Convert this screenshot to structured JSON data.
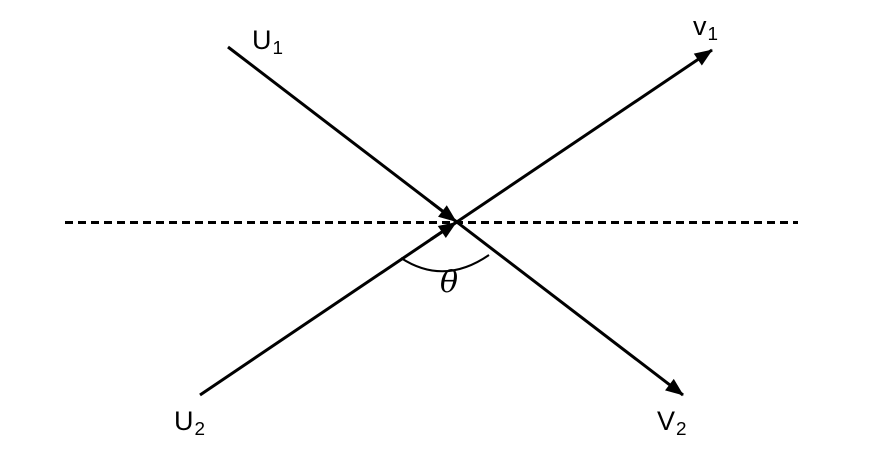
{
  "diagram": {
    "description": "Two rays crossing at a point on a horizontal dashed line, forming angle theta",
    "background_color": "#ffffff",
    "line_color": "#000000",
    "labels": {
      "u1": {
        "base": "U",
        "sub": "1"
      },
      "v1": {
        "base": "v",
        "sub": "1"
      },
      "u2": {
        "base": "U",
        "sub": "2"
      },
      "v2": {
        "base": "V",
        "sub": "2"
      },
      "angle": "θ"
    }
  }
}
